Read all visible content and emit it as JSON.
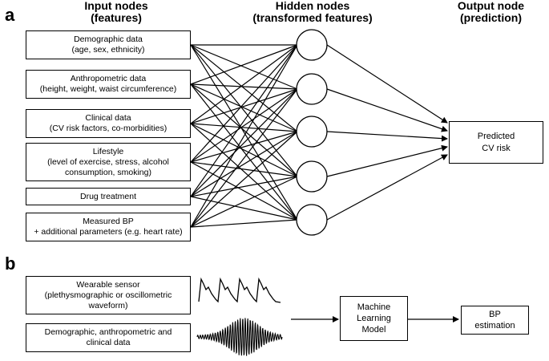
{
  "panel_a": {
    "letter": "a",
    "headers": {
      "input": [
        "Input nodes",
        "(features)"
      ],
      "hidden": [
        "Hidden nodes",
        "(transformed features)"
      ],
      "output": [
        "Output node",
        "(prediction)"
      ]
    },
    "input_nodes": [
      [
        "Demographic data",
        "(age, sex, ethnicity)"
      ],
      [
        "Anthropometric data",
        "(height, weight, waist circumference)"
      ],
      [
        "Clinical data",
        "(CV risk factors, co-morbidities)"
      ],
      [
        "Lifestyle",
        "(level of exercise, stress, alcohol",
        "consumption, smoking)"
      ],
      [
        "Drug treatment"
      ],
      [
        "Measured BP",
        "+ additional parameters (e.g. heart rate)"
      ]
    ],
    "hidden_node_count": 5,
    "output_node": [
      "Predicted",
      "CV risk"
    ]
  },
  "panel_b": {
    "letter": "b",
    "inputs": [
      [
        "Wearable sensor",
        "(plethysmographic or oscillometric",
        "waveform)"
      ],
      [
        "Demographic, anthropometric and",
        "clinical data"
      ]
    ],
    "model": [
      "Machine",
      "Learning",
      "Model"
    ],
    "output": [
      "BP",
      "estimation"
    ]
  },
  "colors": {
    "line": "#000000",
    "background": "#ffffff"
  }
}
